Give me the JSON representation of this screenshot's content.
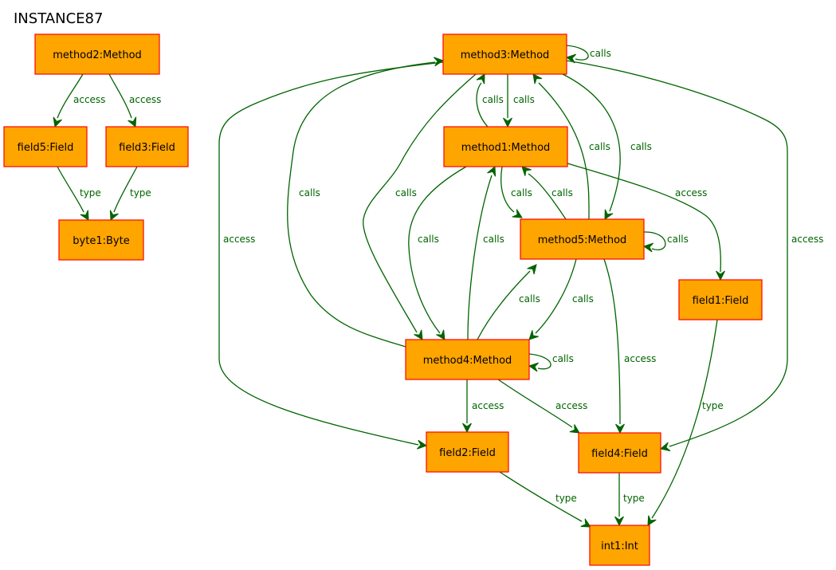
{
  "title": "INSTANCE87",
  "colors": {
    "node_fill": "#ffa500",
    "node_border": "#ff0000",
    "edge": "#006400",
    "edge_label": "#006400"
  },
  "nodes": [
    {
      "id": "method2",
      "label": "method2:Method"
    },
    {
      "id": "field5",
      "label": "field5:Field"
    },
    {
      "id": "field3",
      "label": "field3:Field"
    },
    {
      "id": "byte1",
      "label": "byte1:Byte"
    },
    {
      "id": "method3",
      "label": "method3:Method"
    },
    {
      "id": "method1",
      "label": "method1:Method"
    },
    {
      "id": "method5",
      "label": "method5:Method"
    },
    {
      "id": "field1",
      "label": "field1:Field"
    },
    {
      "id": "method4",
      "label": "method4:Method"
    },
    {
      "id": "field2",
      "label": "field2:Field"
    },
    {
      "id": "field4",
      "label": "field4:Field"
    },
    {
      "id": "int1",
      "label": "int1:Int"
    }
  ],
  "edges": [
    {
      "from": "method2",
      "to": "field5",
      "label": "access"
    },
    {
      "from": "method2",
      "to": "field3",
      "label": "access"
    },
    {
      "from": "field5",
      "to": "byte1",
      "label": "type"
    },
    {
      "from": "field3",
      "to": "byte1",
      "label": "type"
    },
    {
      "from": "method3",
      "to": "method3",
      "label": "calls"
    },
    {
      "from": "method1",
      "to": "method3",
      "label": "calls"
    },
    {
      "from": "method3",
      "to": "method1",
      "label": "calls"
    },
    {
      "from": "method5",
      "to": "method3",
      "label": "calls"
    },
    {
      "from": "method3",
      "to": "method5",
      "label": "calls"
    },
    {
      "from": "method4",
      "to": "method3",
      "label": "calls"
    },
    {
      "from": "method3",
      "to": "method4",
      "label": "calls"
    },
    {
      "from": "method3",
      "to": "field2",
      "label": "access"
    },
    {
      "from": "method3",
      "to": "field4",
      "label": "access"
    },
    {
      "from": "method1",
      "to": "method5",
      "label": "calls"
    },
    {
      "from": "method5",
      "to": "method1",
      "label": "calls"
    },
    {
      "from": "method1",
      "to": "method4",
      "label": "calls"
    },
    {
      "from": "method4",
      "to": "method1",
      "label": "calls"
    },
    {
      "from": "method1",
      "to": "field1",
      "label": "access"
    },
    {
      "from": "method5",
      "to": "method5",
      "label": "calls"
    },
    {
      "from": "method4",
      "to": "method5",
      "label": "calls"
    },
    {
      "from": "method5",
      "to": "method4",
      "label": "calls"
    },
    {
      "from": "method5",
      "to": "field4",
      "label": "access"
    },
    {
      "from": "method4",
      "to": "method4",
      "label": "calls"
    },
    {
      "from": "method4",
      "to": "field2",
      "label": "access"
    },
    {
      "from": "method4",
      "to": "field4",
      "label": "access"
    },
    {
      "from": "field1",
      "to": "int1",
      "label": "type"
    },
    {
      "from": "field2",
      "to": "int1",
      "label": "type"
    },
    {
      "from": "field4",
      "to": "int1",
      "label": "type"
    }
  ]
}
